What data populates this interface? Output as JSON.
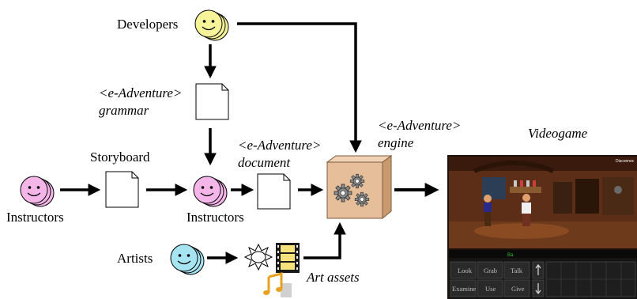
{
  "labels": {
    "developers": "Developers",
    "grammar_tag": "<e-Adventure>",
    "grammar_word": "grammar",
    "storyboard": "Storyboard",
    "instructors_left": "Instructors",
    "instructors_mid": "Instructors",
    "document_tag": "<e-Adventure>",
    "document_word": "document",
    "engine_tag": "<e-Adventure>",
    "engine_word": "engine",
    "videogame": "Videogame",
    "artists": "Artists",
    "art_assets": "Art assets"
  },
  "game": {
    "corner_text": "Disconnec",
    "status_text": "Ba",
    "verbs": [
      "Look",
      "Grab",
      "Talk",
      "Examine",
      "Use",
      "Give"
    ]
  },
  "colors": {
    "developers_face": "#f7f39a",
    "instructors_face": "#f4b6e8",
    "artists_face": "#a7e4f2",
    "engine_box": "#e6bf9a"
  }
}
